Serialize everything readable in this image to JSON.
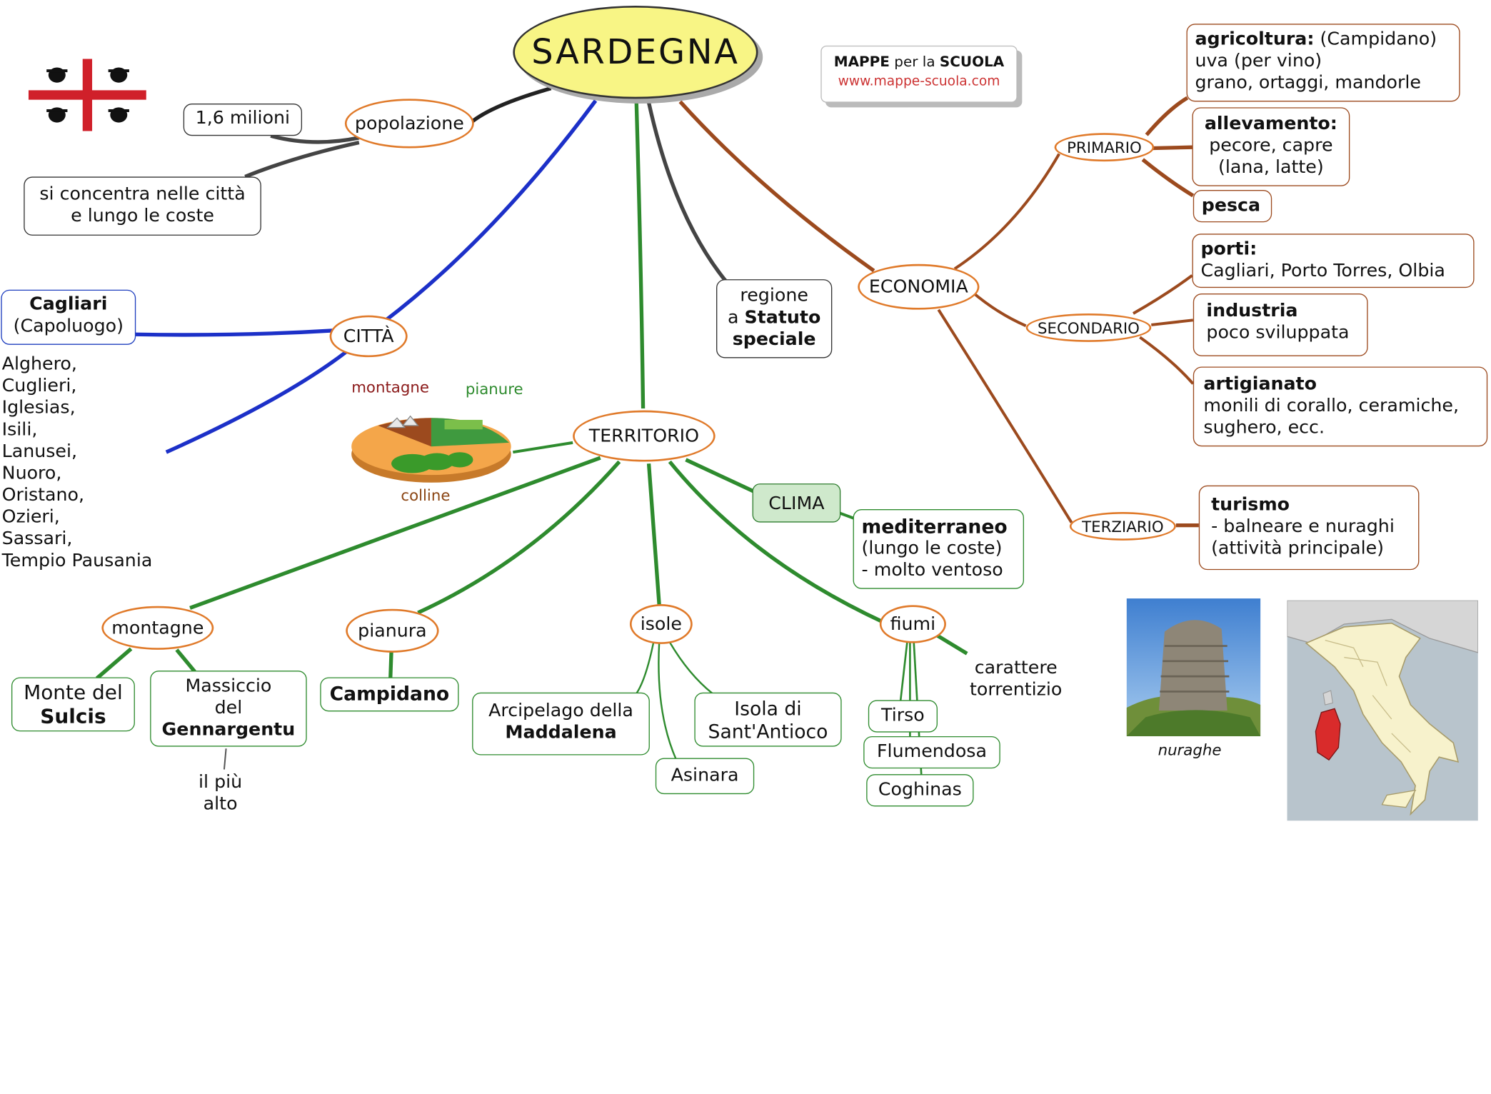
{
  "title": "SARDEGNA",
  "brand": {
    "line1_bold1": "MAPPE",
    "line1_mid": " per la ",
    "line1_bold2": "SCUOLA",
    "url": "www.mappe-scuola.com"
  },
  "popolazione": {
    "label": "popolazione",
    "value": "1,6 milioni",
    "note": [
      "si concentra nelle città",
      "e lungo le coste"
    ]
  },
  "citta": {
    "label": "CITTÀ",
    "capital_name": "Cagliari",
    "capital_note": "(Capoluogo)",
    "list": [
      "Alghero,",
      "Cuglieri,",
      "Iglesias,",
      "Isili,",
      "Lanusei,",
      "Nuoro,",
      "Oristano,",
      "Ozieri,",
      "Sassari,",
      "Tempio Pausania"
    ]
  },
  "regione": {
    "line1": "regione",
    "line2_plain": "a ",
    "line2_bold": "Statuto",
    "line3_bold": "speciale"
  },
  "territorio": {
    "label": "TERRITORIO",
    "pie_labels": {
      "montagne": "montagne",
      "pianure": "pianure",
      "colline": "colline"
    },
    "montagne": {
      "label": "montagne",
      "monte_line1": "Monte del",
      "monte_line2": "Sulcis",
      "massiccio_line1": "Massiccio",
      "massiccio_line2": "del",
      "massiccio_line3": "Gennargentu",
      "note": [
        "il più",
        "alto"
      ]
    },
    "pianura": {
      "label": "pianura",
      "item": "Campidano"
    },
    "isole": {
      "label": "isole",
      "arcipelago_line1": "Arcipelago della",
      "arcipelago_line2": "Maddalena",
      "asinara": "Asinara",
      "antioco_line1": "Isola di",
      "antioco_line2": "Sant'Antioco"
    },
    "fiumi": {
      "label": "fiumi",
      "items": [
        "Tirso",
        "Flumendosa",
        "Coghinas"
      ],
      "note": [
        "carattere",
        "torrentizio"
      ]
    }
  },
  "clima": {
    "label": "CLIMA",
    "bold": "mediterraneo",
    "line2": "(lungo le coste)",
    "line3": "- molto ventoso"
  },
  "economia": {
    "label": "ECONOMIA",
    "primario": {
      "label": "PRIMARIO",
      "agricoltura_bold": "agricoltura:",
      "agricoltura_rest": " (Campidano)",
      "agricoltura_line2": "uva (per vino)",
      "agricoltura_line3": "grano, ortaggi, mandorle",
      "allevamento_bold": "allevamento:",
      "allevamento_line2": "pecore, capre",
      "allevamento_line3": "(lana, latte)",
      "pesca": "pesca"
    },
    "secondario": {
      "label": "SECONDARIO",
      "porti_bold": "porti:",
      "porti_line2": "Cagliari, Porto Torres, Olbia",
      "industria_bold": "industria",
      "industria_line2": "poco sviluppata",
      "artigianato_bold": "artigianato",
      "artigianato_line2": "monili di corallo, ceramiche,",
      "artigianato_line3": "sughero, ecc."
    },
    "terziario": {
      "label": "TERZIARIO",
      "turismo_bold": "turismo",
      "turismo_line2": "- balneare e nuraghi",
      "turismo_line3": "(attività principale)"
    }
  },
  "nuraghe_caption": "nuraghe",
  "colors": {
    "green": "#2e8b2e",
    "brown": "#9c4a1e",
    "blue": "#1f3fbf",
    "black": "#333333",
    "orange": "#e07a2a",
    "title_fill": "#f8f585",
    "sardinia_red": "#d92b2b"
  }
}
